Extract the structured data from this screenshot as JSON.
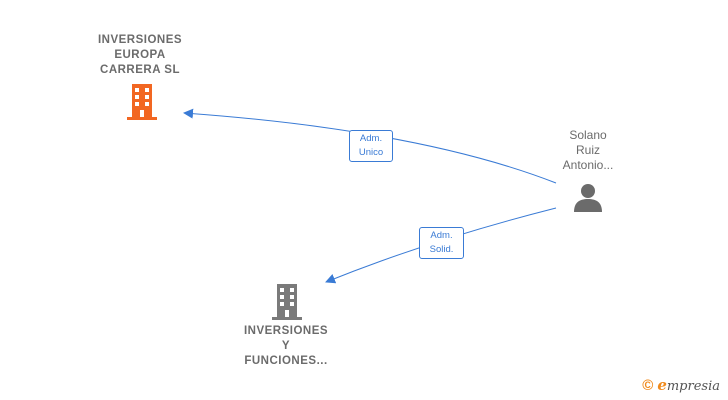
{
  "nodes": {
    "company_top": {
      "lines": [
        "INVERSIONES",
        "EUROPA",
        "CARRERA SL"
      ],
      "icon": "building-icon",
      "color": "#f26722"
    },
    "company_bottom": {
      "lines": [
        "INVERSIONES",
        "Y",
        "FUNCIONES..."
      ],
      "icon": "building-icon",
      "color": "#7a7a7a"
    },
    "person": {
      "lines": [
        "Solano",
        "Ruiz",
        "Antonio..."
      ],
      "icon": "person-icon",
      "color": "#6b6b6b"
    }
  },
  "edges": [
    {
      "from": "person",
      "to": "company_top",
      "label": [
        "Adm.",
        "Unico"
      ]
    },
    {
      "from": "person",
      "to": "company_bottom",
      "label": [
        "Adm.",
        "Solid."
      ]
    }
  ],
  "edge_color": "#3a7bd5",
  "watermark": {
    "symbol": "©",
    "brand_first": "e",
    "brand_rest": "mpresia"
  }
}
